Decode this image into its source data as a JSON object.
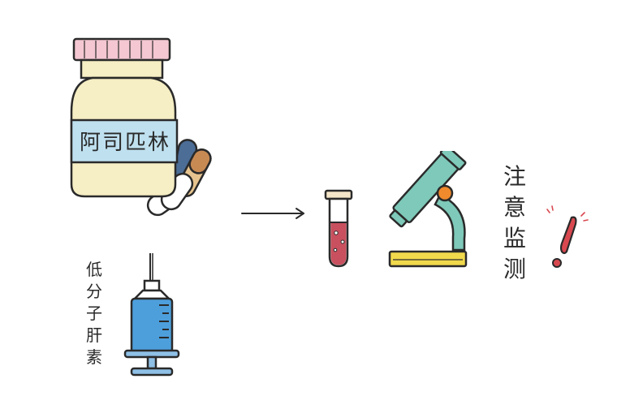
{
  "aspirin": {
    "label": "阿司匹林"
  },
  "heparin": {
    "chars": [
      "低",
      "分",
      "子",
      "肝",
      "素"
    ]
  },
  "monitor": {
    "chars": [
      "注",
      "意",
      "监",
      "测"
    ]
  },
  "icons": [
    "pill-bottle-icon",
    "capsules-icon",
    "syringe-icon",
    "arrow-icon",
    "test-tube-icon",
    "microscope-icon",
    "exclamation-icon"
  ],
  "colors": {
    "cap": "#f4c7d2",
    "bottle": "#f6eec4",
    "label": "#bfe0ef",
    "syringe": "#4d9fdc",
    "tube_liquid": "#c9505e",
    "microscope": "#7ec9b9",
    "knob": "#f08a2c",
    "base": "#f1d94c",
    "exclamation": "#d9484f",
    "outline": "#2a2a2a"
  }
}
